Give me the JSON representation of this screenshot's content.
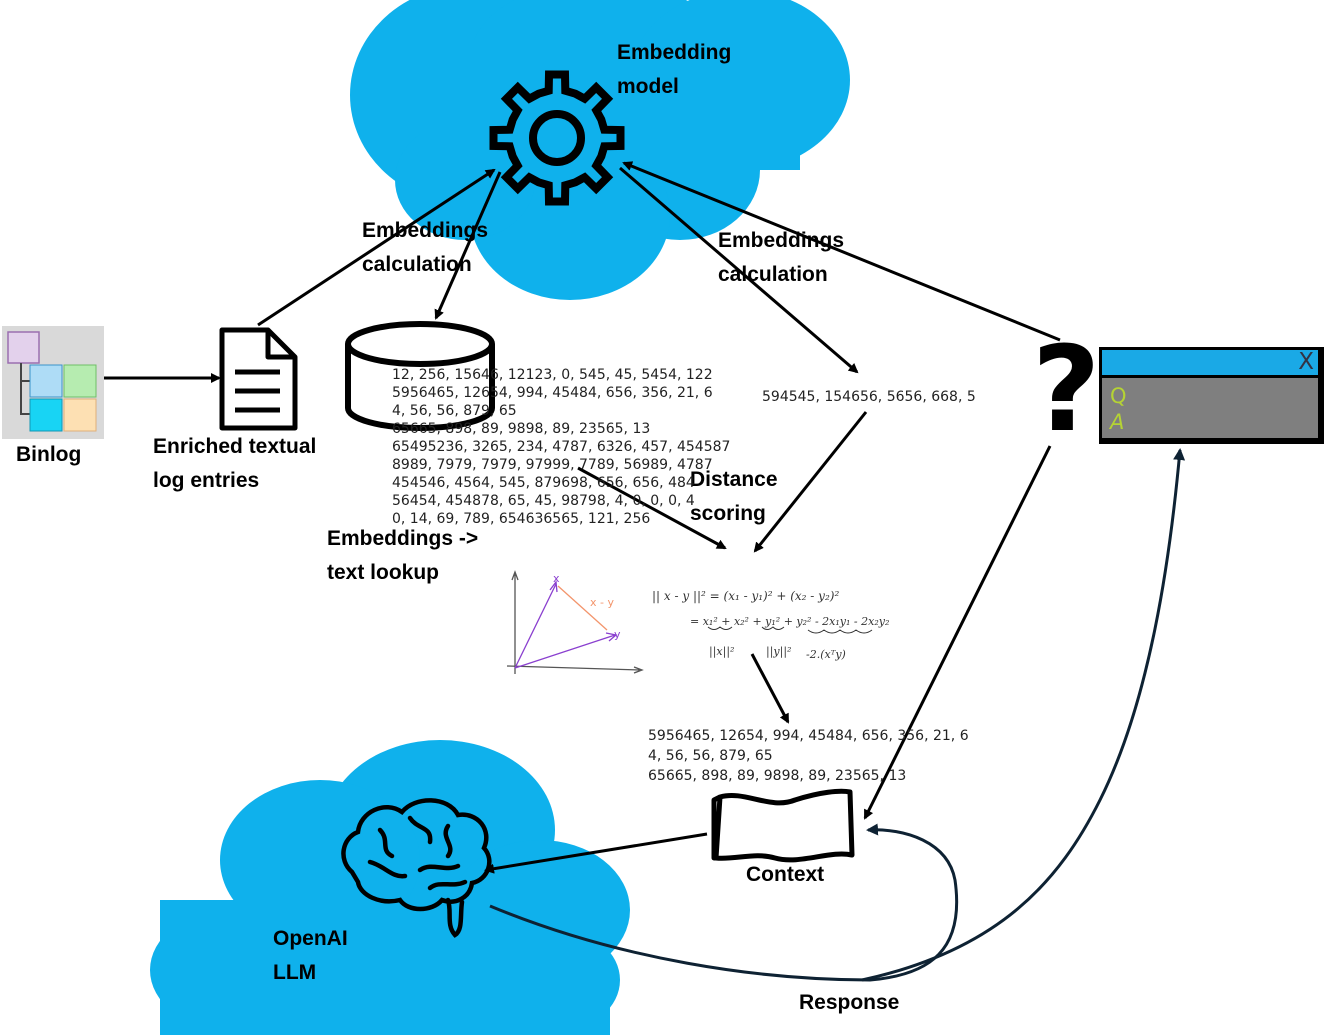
{
  "labels": {
    "embedding_model": "Embedding\nmodel",
    "embeddings_calc_left": "Embeddings\ncalculation",
    "embeddings_calc_right": "Embeddings\ncalculation",
    "binlog": "Binlog",
    "enriched": "Enriched textual\nlog entries",
    "lookup": "Embeddings ->\ntext lookup",
    "distance": "Distance\nscoring",
    "context": "Context",
    "llm": "OpenAI\nLLM",
    "response": "Response"
  },
  "numbers": {
    "stored": "12, 256, 15646, 12123, 0, 545, 45, 5454, 122\n5956465, 12654, 994, 45484, 656, 356, 21, 6\n4, 56, 56, 879, 65\n65665, 898, 89, 9898, 89, 23565, 13\n65495236, 3265, 234, 4787, 6326, 457, 454587\n8989, 7979, 7979, 97999, 7789, 56989, 4787\n454546, 4564, 545, 879698, 656, 656, 484\n56454, 454878, 65, 45, 98798, 4, 0, 0, 0, 4\n0, 14, 69, 789, 654636565, 121, 256",
    "query": "594545, 154656, 5656, 668, 5",
    "result": "5956465, 12654, 994, 45484, 656, 356, 21, 6\n4, 56, 56, 879, 65\n65665, 898, 89, 9898, 89, 23565, 13"
  },
  "qa_window": {
    "close": "X",
    "q": "Q",
    "a": "A"
  },
  "question_mark": "?",
  "math": {
    "x": "x",
    "y": "y",
    "diff": "x - y",
    "line1": "|| x - y ||² = (x₁ - y₁)² + (x₂ - y₂)²",
    "line2": "= x₁² + x₂²  + y₁² + y₂²  - 2x₁y₁ - 2x₂y₂",
    "norm_x": "||x||²",
    "norm_y": "||y||²",
    "dot": "-2.(xᵀy)"
  },
  "colors": {
    "cloud": "#0fb1ec",
    "qa_bar": "#1aa9e6",
    "qa_body": "#7f7f7f",
    "qa_text": "#b5d334",
    "arrow": "#000000",
    "curve": "#0e2233"
  }
}
